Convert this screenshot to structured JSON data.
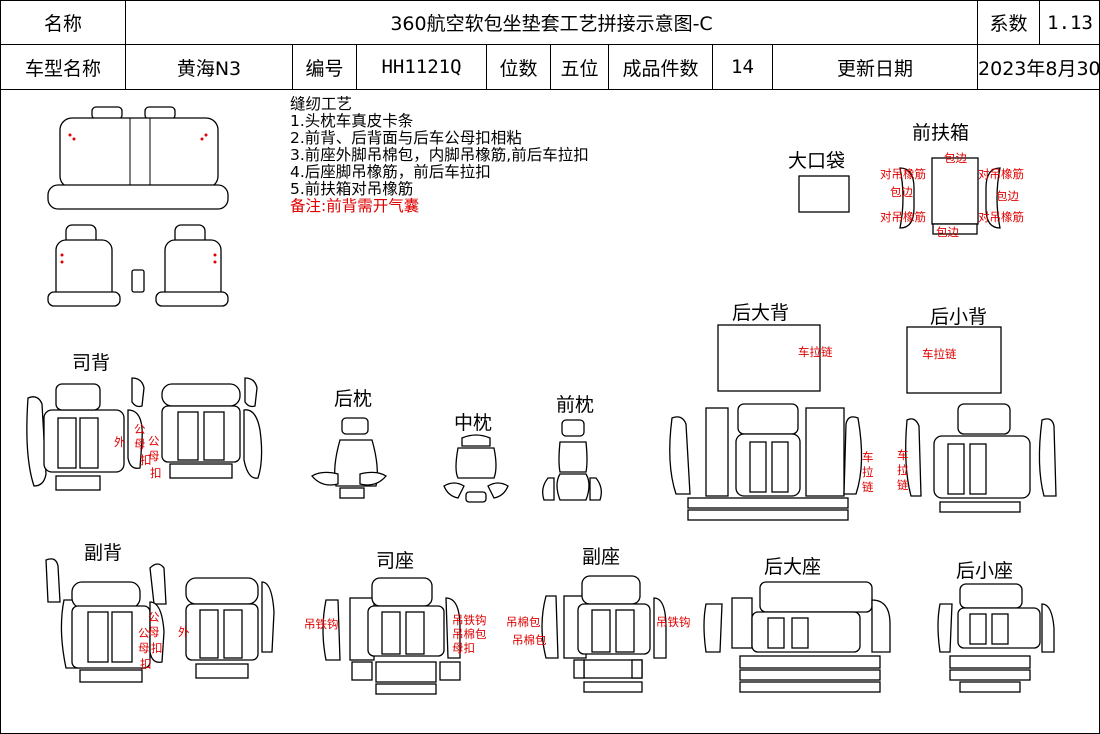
{
  "header": {
    "name_label": "名称",
    "title": "360航空软包坐垫套工艺拼接示意图-C",
    "coef_label": "系数",
    "coef_value": "1.13",
    "model_label": "车型名称",
    "model_value": "黄海N3",
    "code_label": "编号",
    "code_value": "HH1121Q",
    "seats_label": "位数",
    "seats_value": "五位",
    "pieces_label": "成品件数",
    "pieces_value": "14",
    "date_label": "更新日期",
    "date_value": "2023年8月30日"
  },
  "notes": {
    "heading": "缝纫工艺",
    "items": [
      "1.头枕车真皮卡条",
      "2.前背、后背面与后车公母扣相粘",
      "3.前座外脚吊棉包，内脚吊橡筋,前后车拉扣",
      "4.后座脚吊橡筋，前后车拉扣",
      "5.前扶箱对吊橡筋"
    ],
    "remark": "备注:前背需开气囊"
  },
  "labels": {
    "big_pocket": "大口袋",
    "front_armrest": "前扶箱",
    "driver_back": "司背",
    "rear_pillow": "后枕",
    "mid_pillow": "中枕",
    "front_pillow": "前枕",
    "rear_big_back": "后大背",
    "rear_small_back": "后小背",
    "passenger_back": "副背",
    "driver_seat": "司座",
    "passenger_seat": "副座",
    "rear_big_seat": "后大座",
    "rear_small_seat": "后小座"
  },
  "annotations": {
    "armrest_hang_elastic_left_top": "对吊橡筋",
    "armrest_wrap_left": "包边",
    "armrest_hang_elastic_left_bottom": "对吊橡筋",
    "armrest_wrap_top": "包边",
    "armrest_wrap_bottom": "包边",
    "armrest_hang_elastic_right_top": "对吊橡筋",
    "armrest_wrap_right": "包边",
    "armrest_hang_elastic_right_bottom": "对吊橡筋",
    "zipper_big_back": "车拉链",
    "zipper_small_back": "车拉链",
    "zipper_big_back_side": "车拉链",
    "zipper_small_back_side": "车拉链",
    "driver_back_outer": "外",
    "driver_back_male_female_1": "公母",
    "driver_back_clip": "扣",
    "driver_back_male_female_2": "公母",
    "driver_back_clip_2": "扣",
    "passenger_back_male_female_1": "公母",
    "passenger_back_clip": "扣",
    "passenger_back_male_female_2": "公母",
    "passenger_back_clip_2": "扣",
    "passenger_back_outer": "外",
    "driver_seat_hook_left": "吊铁钩",
    "driver_seat_hook_right": "吊铁钩",
    "driver_seat_cotton_right": "吊棉包",
    "driver_seat_clip_right": "母扣",
    "passenger_seat_cotton_left": "吊棉包",
    "passenger_seat_cotton_left_2": "吊棉包",
    "passenger_seat_hook_right": "吊铁钩"
  }
}
